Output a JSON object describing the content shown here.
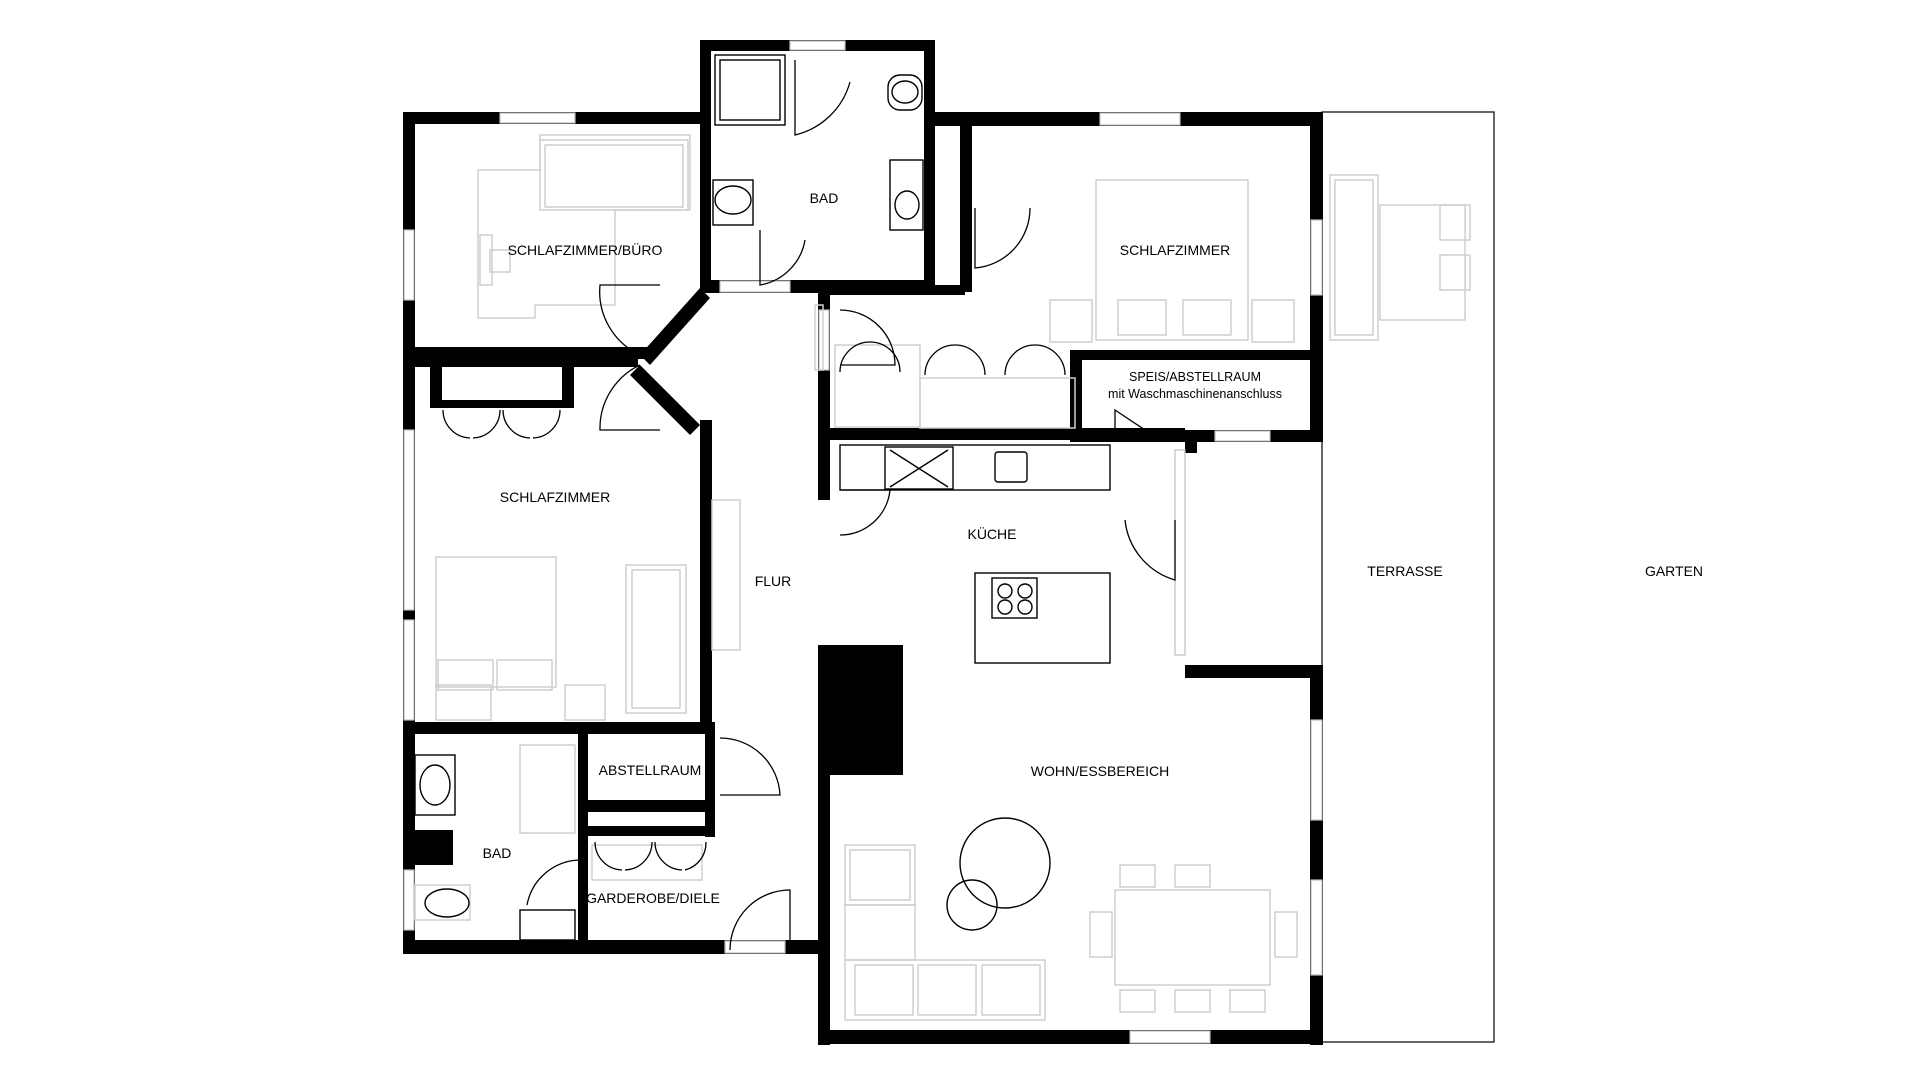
{
  "rooms": {
    "bad_top": "BAD",
    "schlafzimmer_buero": "SCHLAFZIMMER/BÜRO",
    "schlafzimmer_right": "SCHLAFZIMMER",
    "speis_line1": "SPEIS/ABSTELLRAUM",
    "speis_line2": "mit Waschmaschinenanschluss",
    "schlafzimmer_left": "SCHLAFZIMMER",
    "kueche": "KÜCHE",
    "flur": "FLUR",
    "terrasse": "TERRASSE",
    "garten": "GARTEN",
    "abstellraum": "ABSTELLRAUM",
    "wohn_essbereich": "WOHN/ESSBEREICH",
    "bad_bottom": "BAD",
    "garderobe": "GARDEROBE/DIELE"
  },
  "colors": {
    "wall": "#000000",
    "furniture": "#cfcfcf",
    "background": "#ffffff"
  }
}
